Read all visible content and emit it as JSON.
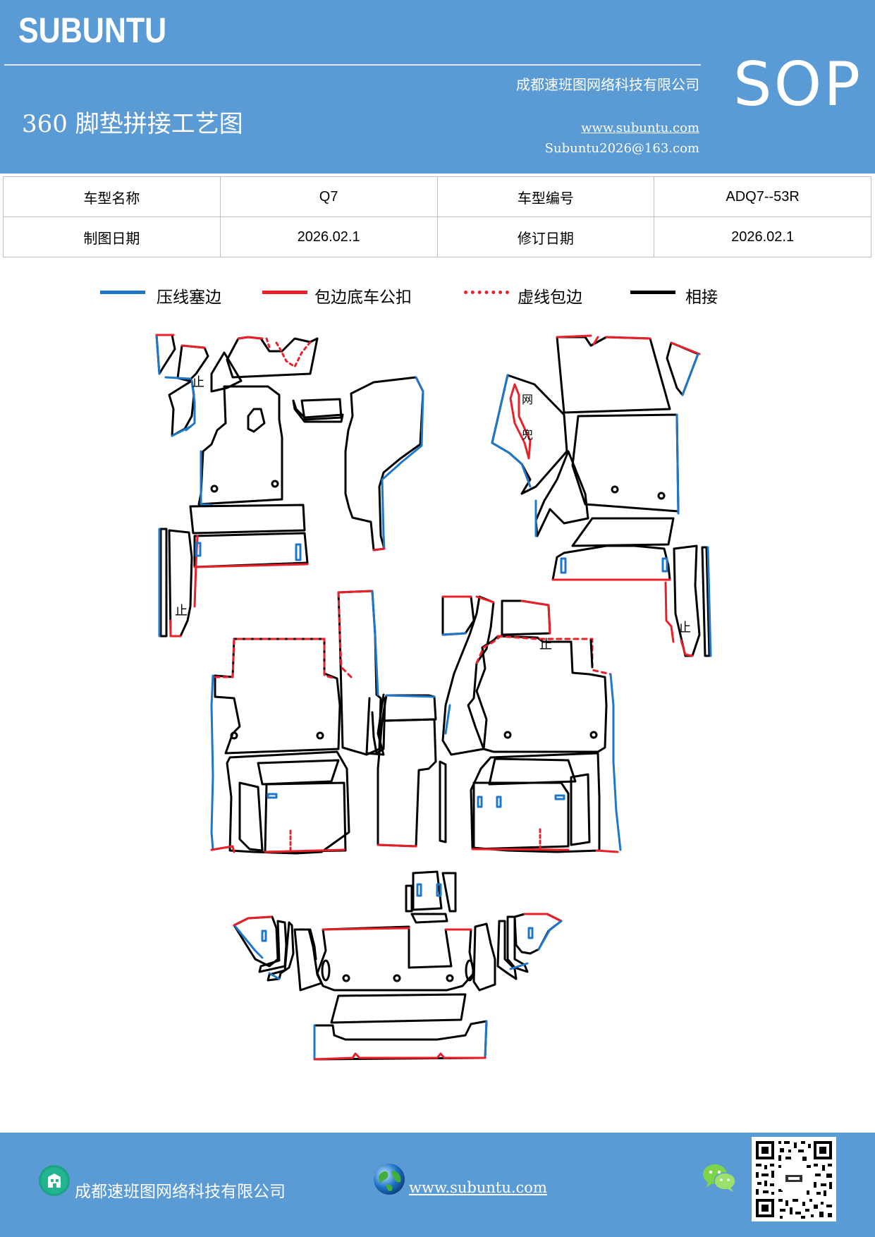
{
  "header": {
    "brand": "SUBUNTU",
    "company": "成都速班图网络科技有限公司",
    "doc_type": "SOP",
    "title": "360 脚垫拼接工艺图",
    "website": "www.subuntu.com",
    "email": "Subuntu2026@163.com"
  },
  "info_table": {
    "rows": [
      [
        {
          "label": "车型名称",
          "value": "Q7"
        },
        {
          "label": "车型编号",
          "value": "ADQ7--53R"
        }
      ],
      [
        {
          "label": "制图日期",
          "value": "2026.02.1"
        },
        {
          "label": "修订日期",
          "value": "2026.02.1"
        }
      ]
    ]
  },
  "legend": [
    {
      "label": "压线塞边",
      "color": "#1f77c8",
      "style": "solid"
    },
    {
      "label": "包边底车公扣",
      "color": "#e8202a",
      "style": "solid"
    },
    {
      "label": "虚线包边",
      "color": "#e8202a",
      "style": "dotted"
    },
    {
      "label": "相接",
      "color": "#000000",
      "style": "solid"
    }
  ],
  "diagram": {
    "markers": {
      "up": "止",
      "net_1": "网",
      "net_2": "兜"
    }
  },
  "footer": {
    "company": "成都速班图网络科技有限公司",
    "website": "www.subuntu.com",
    "icons": [
      "building-icon",
      "globe-icon",
      "wechat-icon",
      "qr-code"
    ]
  }
}
